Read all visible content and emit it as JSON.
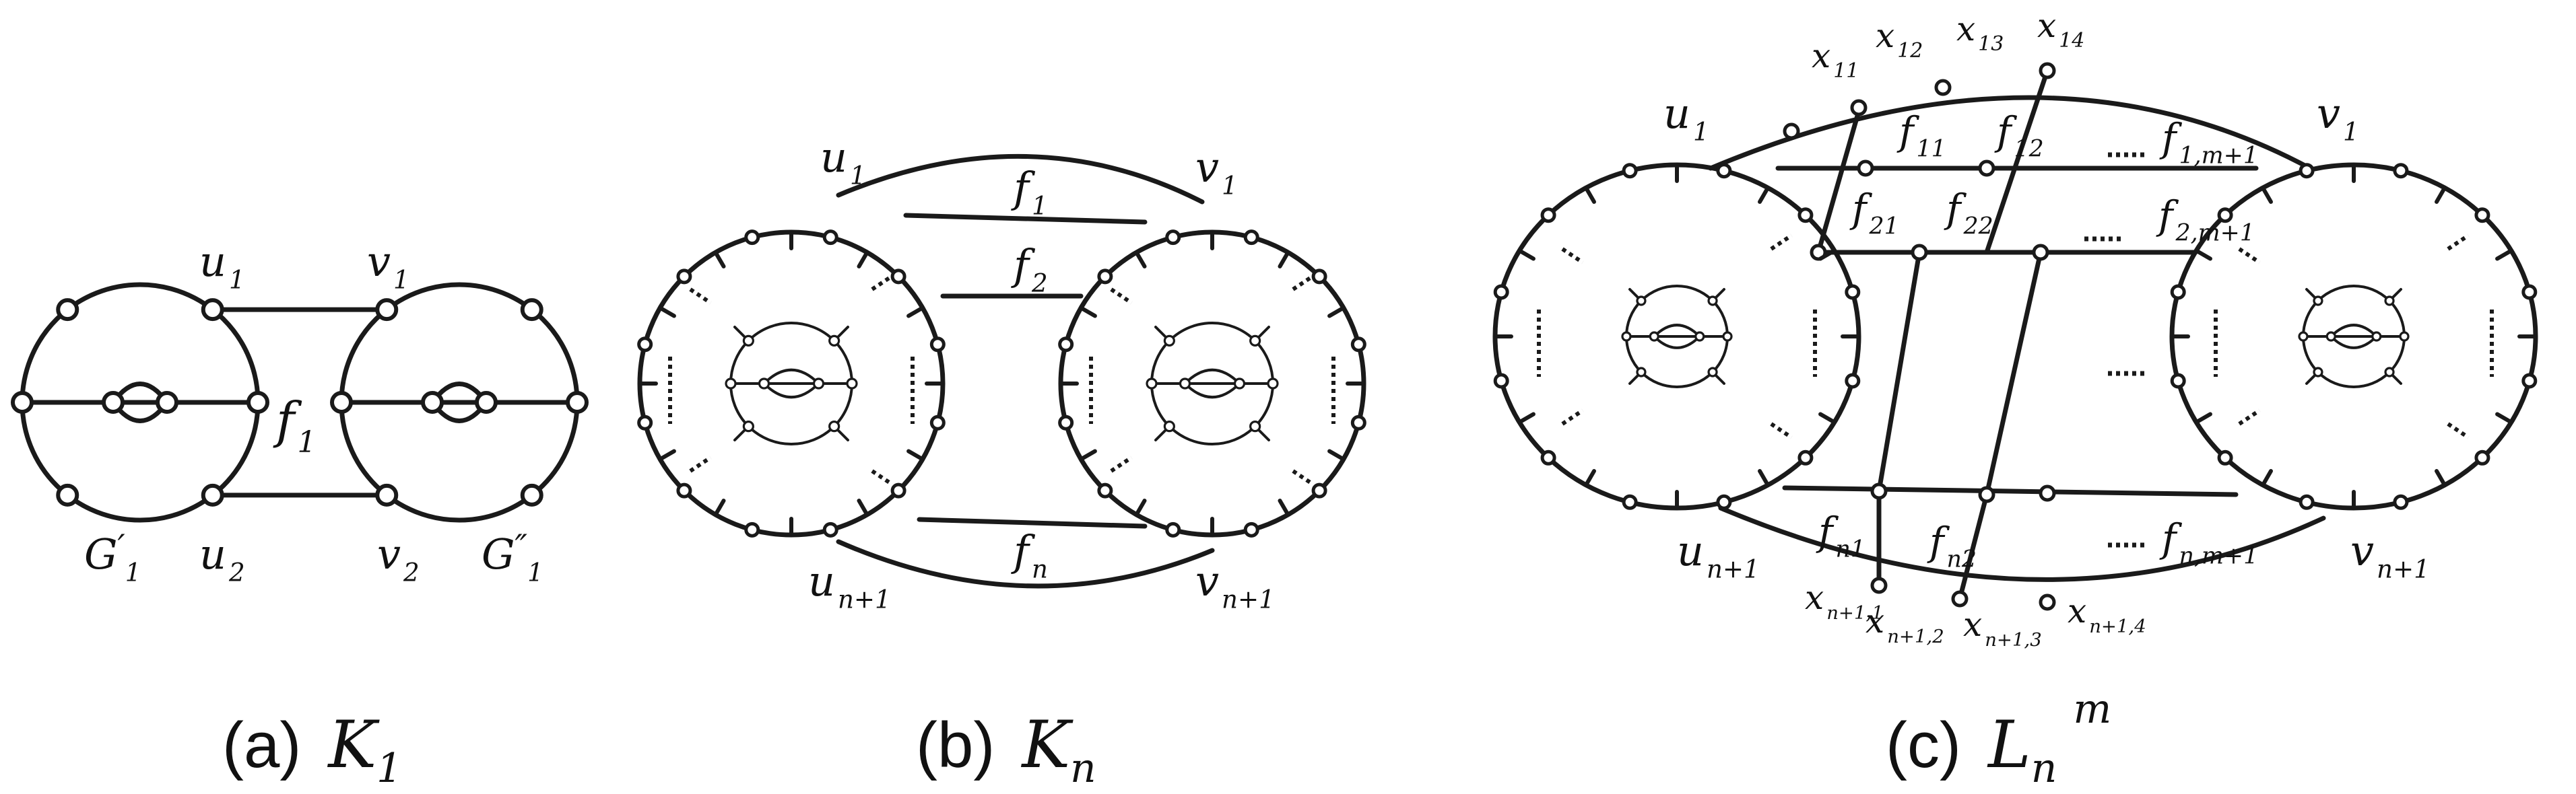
{
  "panels": [
    {
      "caption": "(a)",
      "caption_math": "K",
      "caption_sub": "1",
      "labels": [
        {
          "t": "u",
          "s": "1"
        },
        {
          "t": "v",
          "s": "1"
        },
        {
          "t": "f",
          "s": "1"
        },
        {
          "t": "u",
          "s": "2"
        },
        {
          "t": "v",
          "s": "2"
        },
        {
          "t": "G",
          "s": "1",
          "p": "′"
        },
        {
          "t": "G",
          "s": "1",
          "p": "″"
        }
      ]
    },
    {
      "caption": "(b)",
      "caption_math": "K",
      "caption_sub": "n",
      "labels": [
        {
          "t": "u",
          "s": "1"
        },
        {
          "t": "v",
          "s": "1"
        },
        {
          "t": "f",
          "s": "1"
        },
        {
          "t": "f",
          "s": "2"
        },
        {
          "t": "f",
          "s": "n"
        },
        {
          "t": "u",
          "s": "n+1"
        },
        {
          "t": "v",
          "s": "n+1"
        }
      ]
    },
    {
      "caption": "(c)",
      "caption_math": "L",
      "caption_sub": "n",
      "caption_sup": "m",
      "labels": [
        {
          "t": "u",
          "s": "1"
        },
        {
          "t": "v",
          "s": "1"
        },
        {
          "t": "x",
          "s": "11"
        },
        {
          "t": "x",
          "s": "12"
        },
        {
          "t": "x",
          "s": "13"
        },
        {
          "t": "x",
          "s": "14"
        },
        {
          "t": "f",
          "s": "11"
        },
        {
          "t": "f",
          "s": "12"
        },
        {
          "t": "f",
          "s": "1,m+1"
        },
        {
          "t": "f",
          "s": "21"
        },
        {
          "t": "f",
          "s": "22"
        },
        {
          "t": "f",
          "s": "2,m+1"
        },
        {
          "t": "f",
          "s": "n1"
        },
        {
          "t": "f",
          "s": "n2"
        },
        {
          "t": "f",
          "s": "n,m+1"
        },
        {
          "t": "u",
          "s": "n+1"
        },
        {
          "t": "v",
          "s": "n+1"
        },
        {
          "t": "x",
          "s": "n+1,1"
        },
        {
          "t": "x",
          "s": "n+1,2"
        },
        {
          "t": "x",
          "s": "n+1,3"
        },
        {
          "t": "x",
          "s": "n+1,4"
        }
      ]
    }
  ]
}
